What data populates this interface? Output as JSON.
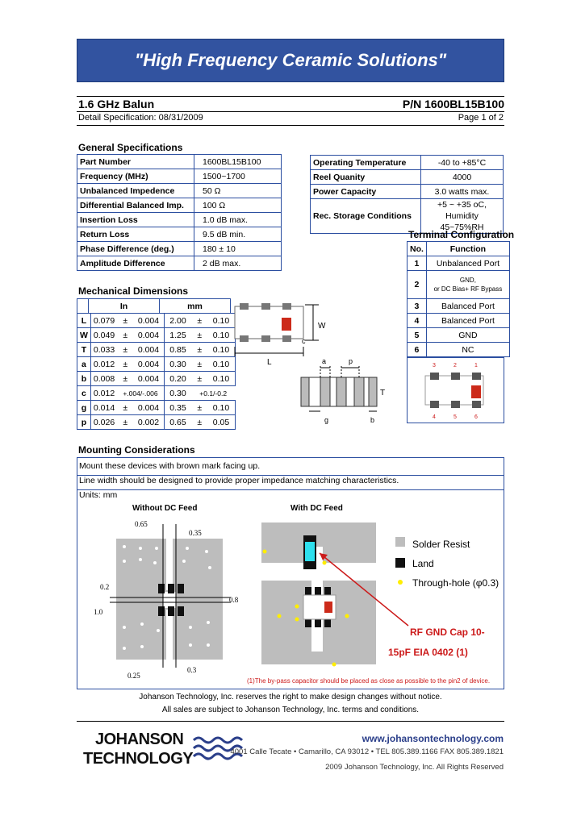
{
  "banner": "\"High Frequency Ceramic Solutions\"",
  "header": {
    "title": "1.6 GHz Balun",
    "pn": "P/N 1600BL15B100",
    "detail": "Detail Specification:   08/31/2009",
    "page": "Page 1 of 2"
  },
  "general": {
    "heading": "General Specifications",
    "left": [
      [
        "Part Number",
        "1600BL15B100"
      ],
      [
        "Frequency (MHz)",
        "1500~1700"
      ],
      [
        "Unbalanced Impedence",
        "50 Ω"
      ],
      [
        "Differential Balanced Imp.",
        "100 Ω"
      ],
      [
        "Insertion Loss",
        "1.0 dB max."
      ],
      [
        "Return Loss",
        "9.5 dB min."
      ],
      [
        "Phase Difference (deg.)",
        "180 ± 10"
      ],
      [
        "Amplitude Difference",
        "2 dB max."
      ]
    ],
    "right": [
      [
        "Operating Temperature",
        "-40 to +85°C"
      ],
      [
        "Reel Quanity",
        "4000"
      ],
      [
        "Power Capacity",
        "3.0 watts max."
      ]
    ],
    "storage": {
      "k": "Rec. Storage Conditions",
      "v1": "+5 ~ +35 oC,",
      "v2": "Humidity 45~75%RH"
    }
  },
  "terminal": {
    "heading": "Terminal Configuration",
    "col_no": "No.",
    "col_fn": "Function",
    "rows": [
      [
        "1",
        "Unbalanced Port"
      ],
      [
        "2",
        "GND,"
      ],
      [
        "3",
        "Balanced Port"
      ],
      [
        "4",
        "Balanced Port"
      ],
      [
        "5",
        "GND"
      ],
      [
        "6",
        "NC"
      ]
    ],
    "row2_sub": "or DC Bias+ RF Bypass",
    "pins_top": [
      "3",
      "2",
      "1"
    ],
    "pins_bottom": [
      "4",
      "5",
      "6"
    ]
  },
  "mechanical": {
    "heading": "Mechanical Dimensions",
    "col_in": "In",
    "col_mm": "mm",
    "rows": [
      [
        "L",
        "0.079",
        "±",
        "0.004",
        "2.00",
        "±",
        "0.10"
      ],
      [
        "W",
        "0.049",
        "±",
        "0.004",
        "1.25",
        "±",
        "0.10"
      ],
      [
        "T",
        "0.033",
        "±",
        "0.004",
        "0.85",
        "±",
        "0.10"
      ],
      [
        "a",
        "0.012",
        "±",
        "0.004",
        "0.30",
        "±",
        "0.10"
      ],
      [
        "b",
        "0.008",
        "±",
        "0.004",
        "0.20",
        "±",
        "0.10"
      ],
      [
        "c",
        "0.012",
        "+.004/-.006",
        "",
        "0.30",
        "+0.1/-0.2",
        ""
      ],
      [
        "g",
        "0.014",
        "±",
        "0.004",
        "0.35",
        "±",
        "0.10"
      ],
      [
        "p",
        "0.026",
        "±",
        "0.002",
        "0.65",
        "±",
        "0.05"
      ]
    ],
    "labels": {
      "W": "W",
      "c": "c",
      "L": "L",
      "a": "a",
      "p": "p",
      "T": "T",
      "g": "g",
      "b": "b"
    }
  },
  "mounting": {
    "heading": "Mounting Considerations",
    "lines": [
      "Mount these devices with brown mark facing up.",
      "Line width should be designed to provide proper impedance matching characteristics.",
      "Units: mm"
    ],
    "without": "Without DC Feed",
    "with": "With DC Feed",
    "dims": {
      "d065": "0.65",
      "d035": "0.35",
      "d02": "0.2",
      "d10": "1.0",
      "d08": "0.8",
      "d025": "0.25",
      "d03": "0.3"
    },
    "legend": [
      "Solder Resist",
      "Land",
      "Through-hole (φ0.3)"
    ],
    "cap1": "RF GND Cap 10-",
    "cap2": "15pF EIA 0402 (1)",
    "footnote": "(1)The by-pass capacitor should be placed as close as possible to the pin2 of device."
  },
  "footer": {
    "l1": "Johanson Technology, Inc. reserves the right to make design changes without notice.",
    "l2": "All sales are subject to Johanson Technology, Inc. terms and conditions.",
    "logo1": "JOHANSON",
    "logo2": "TECHNOLOGY",
    "url": "www.johansontechnology.com",
    "addr": "4001 Calle Tecate • Camarillo, CA 93012 • TEL 805.389.1166 FAX 805.389.1821",
    "copy": "2009 Johanson Technology, Inc.  All Rights Reserved"
  },
  "colors": {
    "banner": "#3253a0",
    "border": "#2b4ea0",
    "mark": "#cc2a1a",
    "cap": "#2ee0ee"
  }
}
